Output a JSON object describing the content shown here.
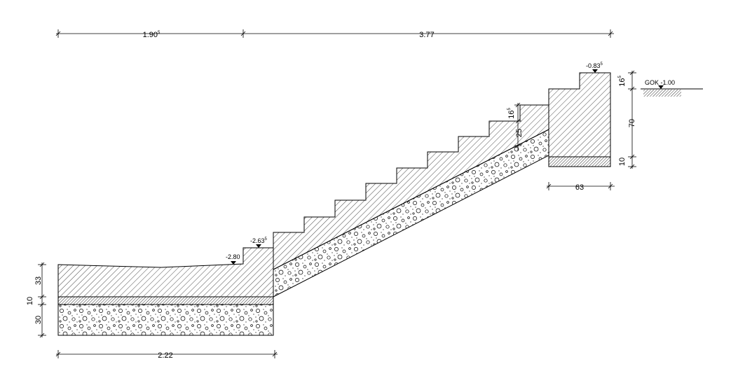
{
  "dimensions": {
    "top_left": {
      "main": "1.90",
      "sup": "5"
    },
    "top_right": {
      "main": "3.77",
      "sup": ""
    },
    "bottom_width": {
      "main": "2.22",
      "sup": ""
    },
    "footing_width": {
      "main": "63",
      "sup": ""
    },
    "left_top": {
      "main": "33",
      "sup": ""
    },
    "left_mid": {
      "main": "10",
      "sup": ""
    },
    "left_bottom": {
      "main": "30",
      "sup": ""
    },
    "right_top": {
      "main": "16",
      "sup": "5"
    },
    "right_mid": {
      "main": "70",
      "sup": ""
    },
    "right_bottom": {
      "main": "10",
      "sup": ""
    },
    "riser": {
      "main": "16",
      "sup": "5"
    },
    "slab_thickness": {
      "main": "25",
      "sup": ""
    }
  },
  "levels": {
    "lower_floor": {
      "main": "-2.80",
      "sup": ""
    },
    "lower_step": {
      "main": "-2.63",
      "sup": "5"
    },
    "upper_landing": {
      "main": "-0.83",
      "sup": "5"
    },
    "ground": {
      "main": "GOK -1.00",
      "sup": ""
    }
  }
}
